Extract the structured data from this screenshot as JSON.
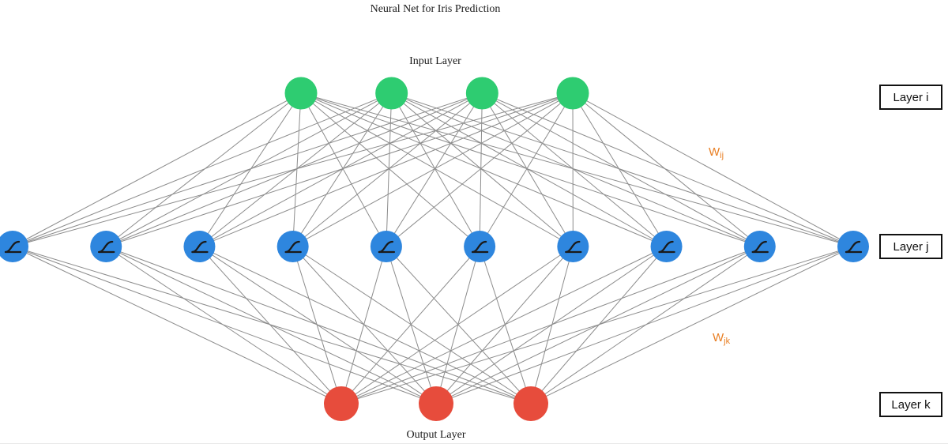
{
  "title": "Neural Net for Iris Prediction",
  "labels": {
    "input_layer": "Input Layer",
    "output_layer": "Output Layer"
  },
  "weights": {
    "ij": {
      "base": "W",
      "sub": "ij"
    },
    "jk": {
      "base": "W",
      "sub": "jk"
    }
  },
  "layer_boxes": [
    {
      "label": "Layer i"
    },
    {
      "label": "Layer j"
    },
    {
      "label": "Layer k"
    }
  ],
  "colors": {
    "input_node": "#2ecc71",
    "hidden_node": "#2e86de",
    "output_node": "#e74c3c",
    "edge": "#8c8c8c",
    "weight_label": "#e87e22",
    "box_border": "#111111",
    "icon": "#1a1a1a"
  },
  "network": {
    "layers": [
      {
        "name": "input",
        "count": 4,
        "color_key": "input_node",
        "icon": null
      },
      {
        "name": "hidden",
        "count": 10,
        "color_key": "hidden_node",
        "icon": "activation-curve"
      },
      {
        "name": "output",
        "count": 3,
        "color_key": "output_node",
        "icon": null
      }
    ],
    "connections": [
      [
        "input",
        "hidden"
      ],
      [
        "hidden",
        "output"
      ]
    ]
  }
}
